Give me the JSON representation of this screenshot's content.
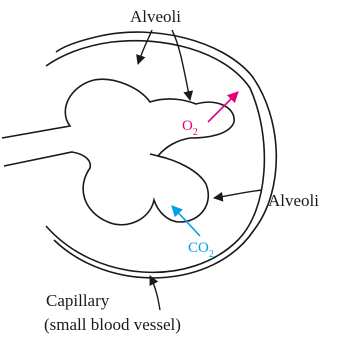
{
  "labels": {
    "alveoli_top": "Alveoli",
    "alveoli_right": "Alveoli",
    "capillary_line1": "Capillary",
    "capillary_line2": "(small blood vessel)"
  },
  "gases": {
    "oxygen": {
      "symbol": "O",
      "subscript": "2"
    },
    "carbon_dioxide": {
      "symbol": "CO",
      "subscript": "2"
    }
  },
  "colors": {
    "outline": "#1a1a1a",
    "oxygen_arrow": "#e6007e",
    "co2_arrow": "#00a0e3"
  }
}
